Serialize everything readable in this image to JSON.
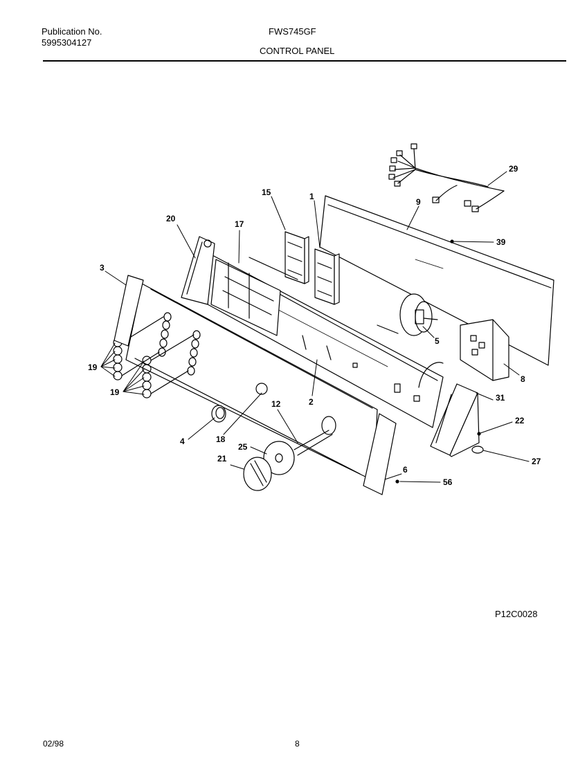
{
  "header": {
    "publication_label": "Publication No.",
    "publication_number": "5995304127",
    "model": "FWS745GF",
    "section_title": "CONTROL PANEL"
  },
  "diagram": {
    "drawing_code": "P12C0028",
    "callouts": [
      "29",
      "9",
      "39",
      "15",
      "1",
      "20",
      "17",
      "3",
      "5",
      "8",
      "19",
      "19",
      "2",
      "12",
      "31",
      "22",
      "4",
      "18",
      "25",
      "27",
      "21",
      "6",
      "56"
    ]
  },
  "footer": {
    "date": "02/98",
    "page_number": "8"
  }
}
